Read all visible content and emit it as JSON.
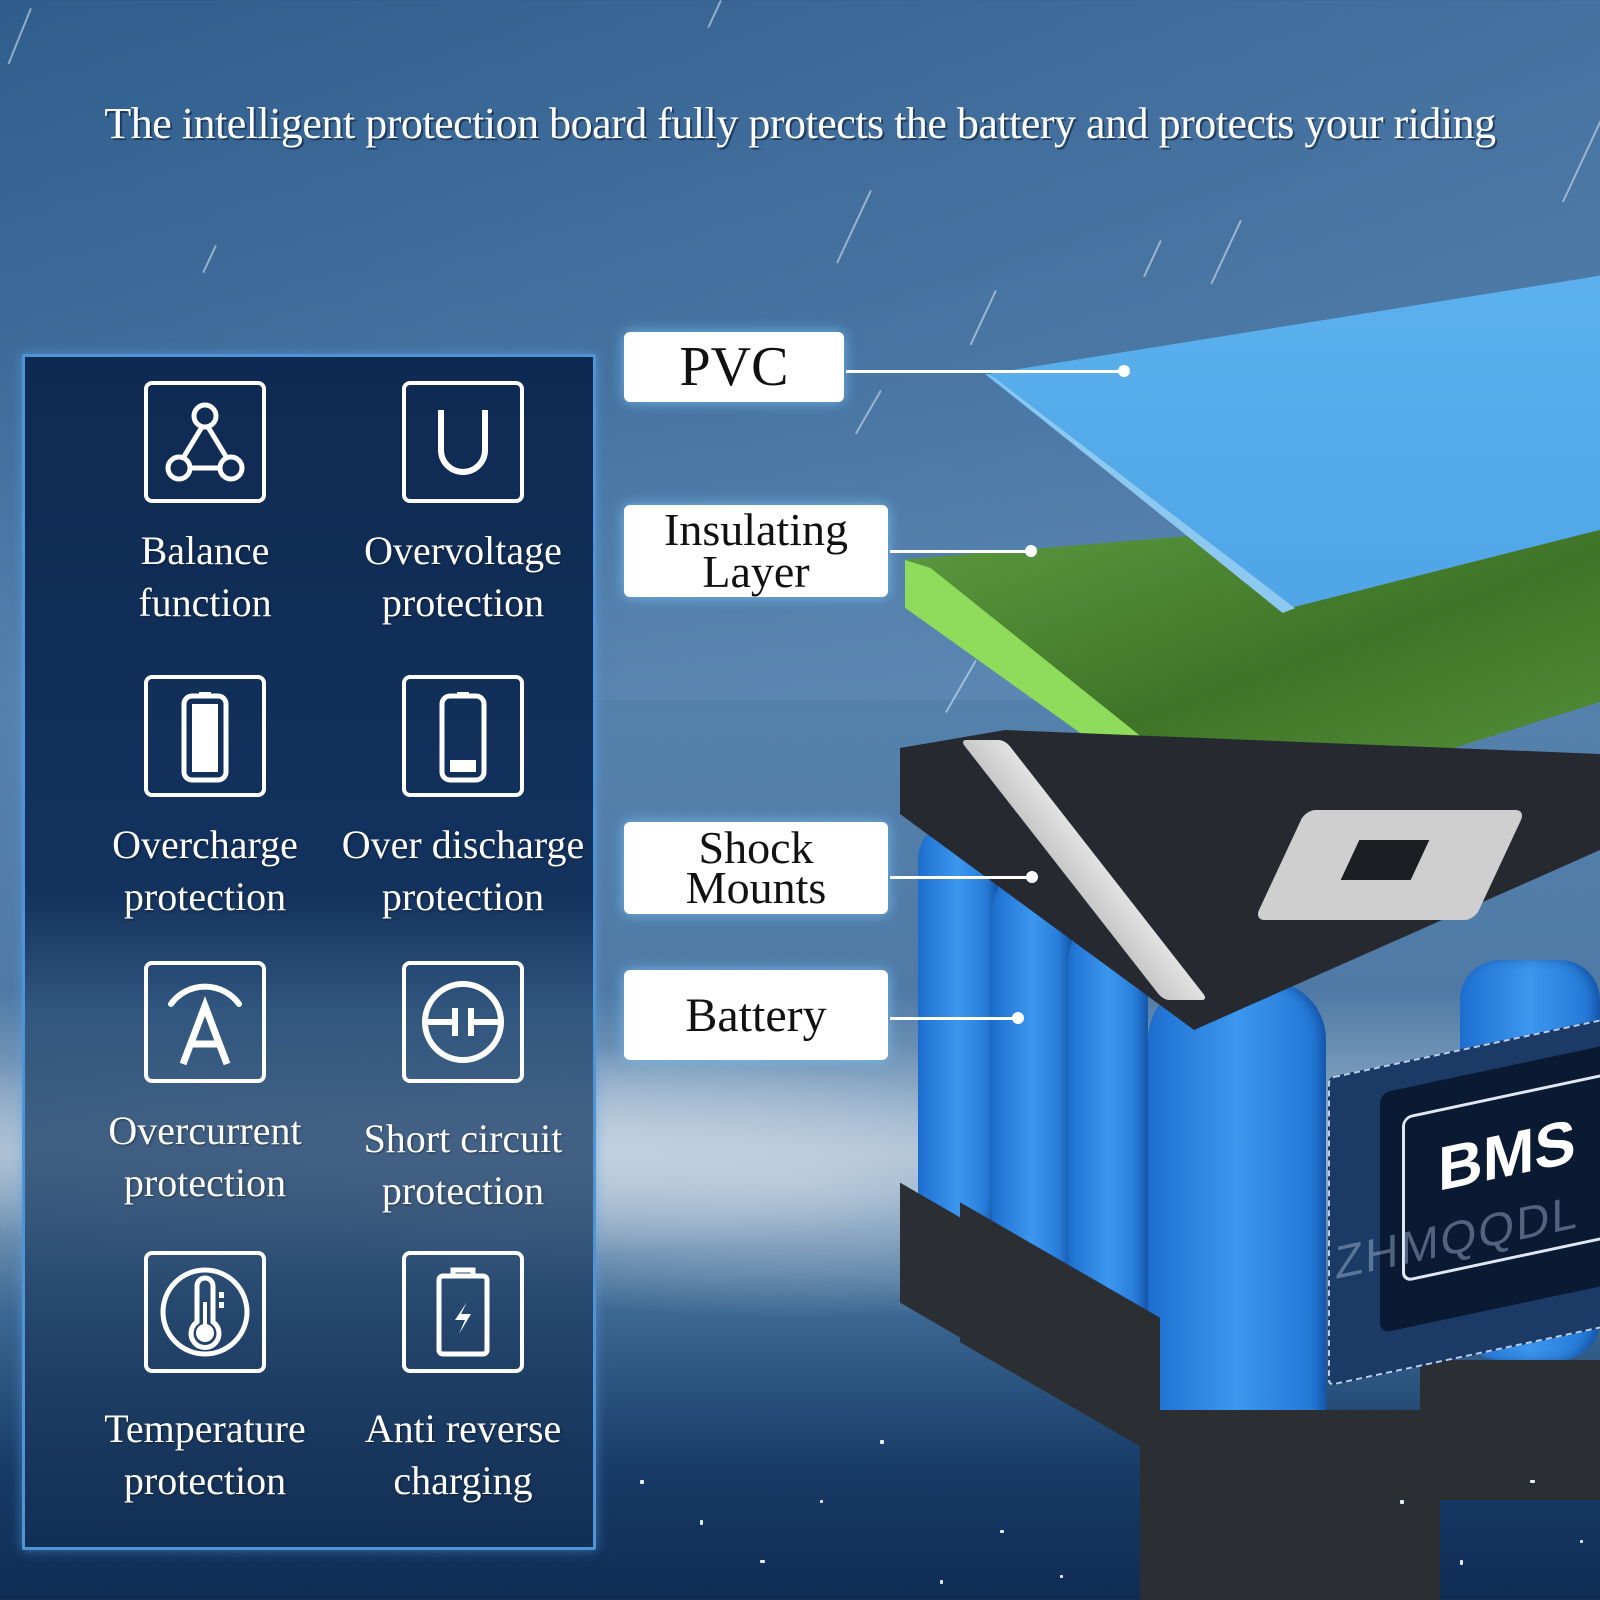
{
  "headline": "The intelligent protection board fully protects the battery and protects your riding",
  "features": [
    {
      "id": "balance",
      "icon": "triangle-nodes-icon",
      "label": "Balance\nfunction"
    },
    {
      "id": "overvoltage",
      "icon": "letter-u-icon",
      "label": "Overvoltage\nprotection"
    },
    {
      "id": "overcharge",
      "icon": "battery-full-icon",
      "label": "Overcharge\nprotection"
    },
    {
      "id": "over-discharge",
      "icon": "battery-low-icon",
      "label": "Over discharge\nprotection"
    },
    {
      "id": "overcurrent",
      "icon": "ampere-icon",
      "label": "Overcurrent\nprotection"
    },
    {
      "id": "short-circuit",
      "icon": "capacitor-circle-icon",
      "label": "Short circuit\nprotection"
    },
    {
      "id": "temperature",
      "icon": "thermometer-icon",
      "label": "Temperature\nprotection"
    },
    {
      "id": "anti-reverse",
      "icon": "battery-bolt-icon",
      "label": "Anti reverse\ncharging"
    }
  ],
  "callouts": [
    {
      "id": "pvc",
      "label": "PVC"
    },
    {
      "id": "insulating-layer",
      "label": "Insulating\nLayer"
    },
    {
      "id": "shock-mounts",
      "label": "Shock\nMounts"
    },
    {
      "id": "battery",
      "label": "Battery"
    }
  ],
  "bms_chip": {
    "label": "BMS"
  },
  "watermark": "ZHMQQDL",
  "colors": {
    "panel_border": "#4f95d6",
    "pvc_blue": "#56acea",
    "insulation_green": "#5f9e42",
    "cell_blue": "#2f86e4",
    "tray_black": "#262a30"
  }
}
